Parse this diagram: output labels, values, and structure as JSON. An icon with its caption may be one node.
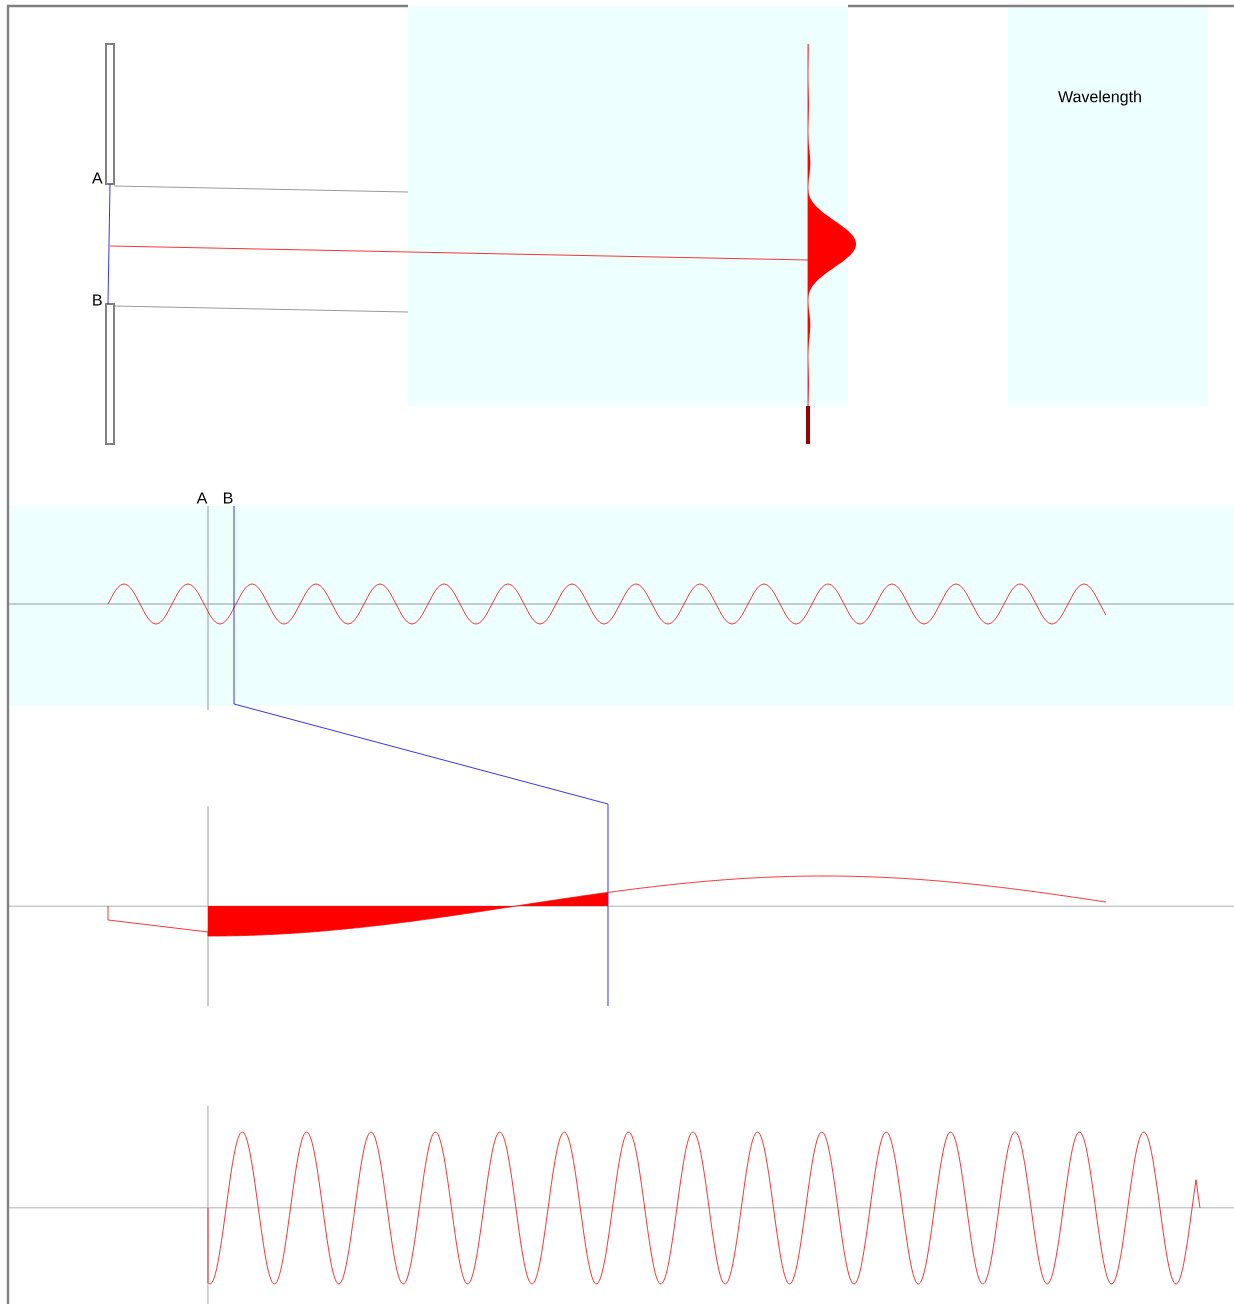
{
  "diagram": {
    "labels": [
      "A",
      "B",
      "Wavelength",
      "A",
      "B"
    ]
  }
}
